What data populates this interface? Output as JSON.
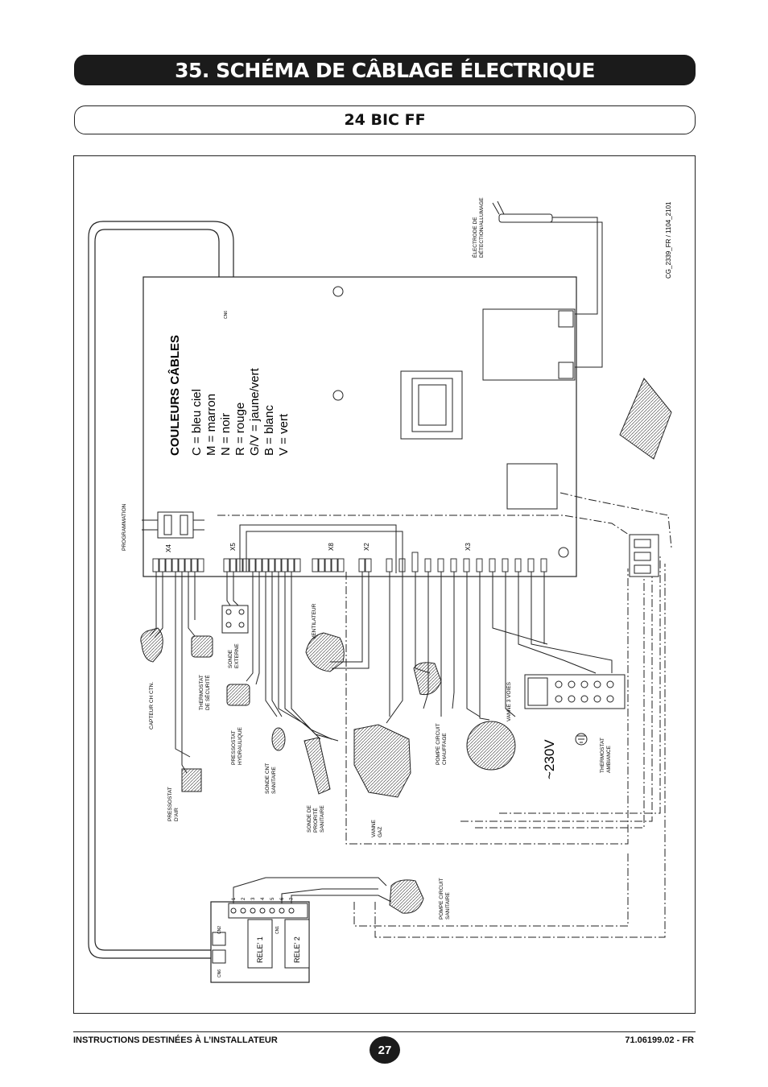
{
  "header": {
    "title": "35. SCHÉMA DE CÂBLAGE ÉLECTRIQUE",
    "model": "24 BIC FF"
  },
  "legend": {
    "title": "COULEURS CÂBLES",
    "items": [
      "C = bleu ciel",
      "M = marron",
      "N = noir",
      "R = rouge",
      "G/V = jaune/vert",
      "B = blanc",
      "V = vert"
    ]
  },
  "diagram": {
    "ref_code": "CG_2339_FR / 1104_2101",
    "voltage": "~230V",
    "connectors": [
      "X4",
      "X5",
      "X8",
      "X2",
      "X3",
      "CN6",
      "CN2",
      "CN1"
    ],
    "programmation": "PROGRAMMATION",
    "components": {
      "electrode": [
        "ÉLECTRODE DE",
        "DÉTECTION/ALLUMAGE"
      ],
      "capteur": "CAPTEUR CH CTN.",
      "thermostat_securite": [
        "THERMOSTAT",
        "DE SÉCURITÉ"
      ],
      "pressostat_air": [
        "PRESSOSTAT",
        "D'AIR"
      ],
      "pressostat_hydraulique": [
        "PRESSOSTAT",
        "HYDRAULIQUE"
      ],
      "sonde_externe": [
        "SONDE",
        "EXTERNE"
      ],
      "sonde_ctn": [
        "SONDE CNT",
        "SANITAIRE"
      ],
      "sonde_priorite": [
        "SONDE DE",
        "PRIORITÉ",
        "SANITAIRE"
      ],
      "ventilateur": "VENTILATEUR",
      "vanne_gaz": [
        "VANNE",
        "GAZ"
      ],
      "pompe_chauffage": [
        "POMPE CIRCUIT",
        "CHAUFFAGE"
      ],
      "vanne_3_voies": "VANNE 3 VOIES",
      "thermostat_ambiance": [
        "THERMOSTAT",
        "AMBIANCE"
      ],
      "pompe_sanitaire": [
        "POMPE CIRCUIT",
        "SANITAIRE"
      ],
      "rele1": "RELE' 1",
      "rele2": "RELE' 2"
    },
    "terminals": [
      "1",
      "2",
      "3",
      "4",
      "5",
      "6",
      "7"
    ]
  },
  "footer": {
    "left": "INSTRUCTIONS DESTINÉES À L’INSTALLATEUR",
    "page": "27",
    "right": "71.06199.02 - FR"
  }
}
